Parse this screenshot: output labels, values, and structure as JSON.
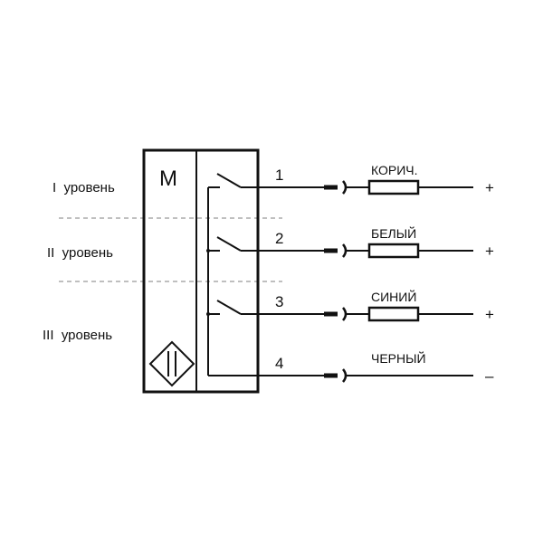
{
  "diagram": {
    "device_label": "M",
    "levels": [
      "I  уровень",
      "II  уровень",
      "III  уровень"
    ],
    "wires": [
      {
        "number": "1",
        "color_label": "КОРИЧ.",
        "polarity": "+",
        "has_switch": true,
        "has_load": true
      },
      {
        "number": "2",
        "color_label": "БЕЛЫЙ",
        "polarity": "+",
        "has_switch": true,
        "has_load": true
      },
      {
        "number": "3",
        "color_label": "СИНИЙ",
        "polarity": "+",
        "has_switch": true,
        "has_load": true
      },
      {
        "number": "4",
        "color_label": "ЧЕРНЫЙ",
        "polarity": "–",
        "has_switch": false,
        "has_load": false
      }
    ],
    "line_color": "#111111",
    "dash_color": "#aaaaaa"
  }
}
